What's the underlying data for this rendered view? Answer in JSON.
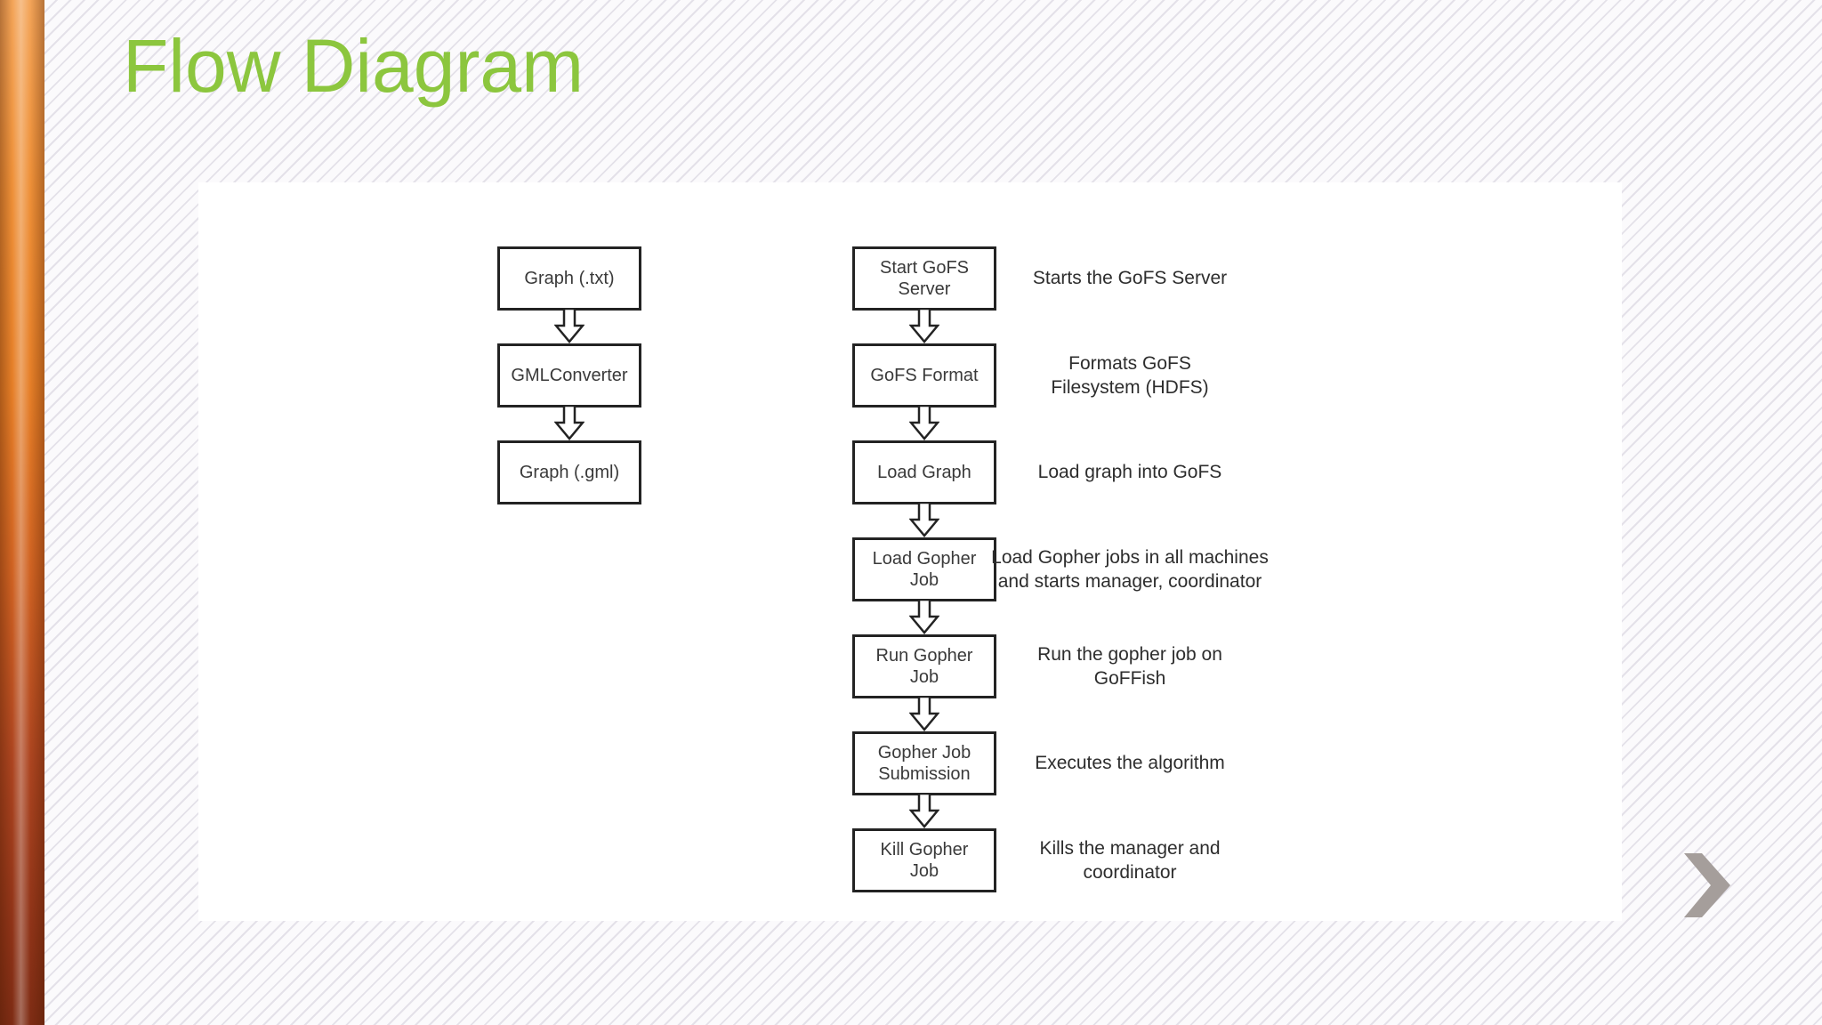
{
  "slide": {
    "title": "Flow Diagram"
  },
  "left_flow": {
    "steps": [
      {
        "label": "Graph (.txt)"
      },
      {
        "label": "GMLConverter"
      },
      {
        "label": "Graph (.gml)"
      }
    ]
  },
  "right_flow": {
    "steps": [
      {
        "label": "Start GoFS\nServer",
        "annotation": "Starts the GoFS Server"
      },
      {
        "label": "GoFS Format",
        "annotation": "Formats GoFS\nFilesystem (HDFS)"
      },
      {
        "label": "Load Graph",
        "annotation": "Load graph into GoFS"
      },
      {
        "label": "Load Gopher\nJob",
        "annotation": "Load Gopher jobs in all machines\nand starts manager, coordinator"
      },
      {
        "label": "Run Gopher\nJob",
        "annotation": "Run the gopher job on\nGoFFish"
      },
      {
        "label": "Gopher Job\nSubmission",
        "annotation": "Executes the algorithm"
      },
      {
        "label": "Kill Gopher\nJob",
        "annotation": "Kills the manager and\ncoordinator"
      }
    ]
  },
  "icons": {
    "flow_connector": "block-arrow-down",
    "navigation": "chevron-right"
  },
  "colors": {
    "title_green": "#8CC63E",
    "sidebar_orange_top": "#F3A458",
    "sidebar_orange_bottom": "#7E2C14",
    "box_border": "#232323",
    "chevron_gray": "#A59E9B"
  }
}
